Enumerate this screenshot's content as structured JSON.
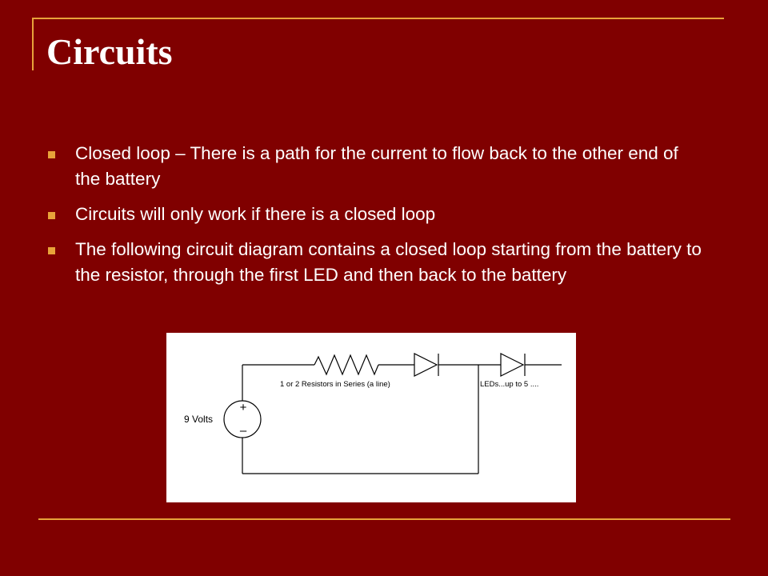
{
  "slide": {
    "title": "Circuits",
    "bullets": [
      "Closed loop – There is a path for the current to flow back to the other end of the battery",
      "Circuits will only work if there is a closed loop",
      "The following circuit diagram contains a closed loop starting from the battery to the resistor, through the first LED and then back to the battery"
    ]
  },
  "diagram": {
    "battery_label": "9 Volts",
    "plus_sign": "+",
    "minus_sign": "–",
    "resistor_label": "1 or 2 Resistors in Series (a line)",
    "leds_label": "LEDs...up to 5 ...."
  },
  "colors": {
    "background": "#800000",
    "accent": "#e8a33a",
    "text": "#ffffff"
  }
}
